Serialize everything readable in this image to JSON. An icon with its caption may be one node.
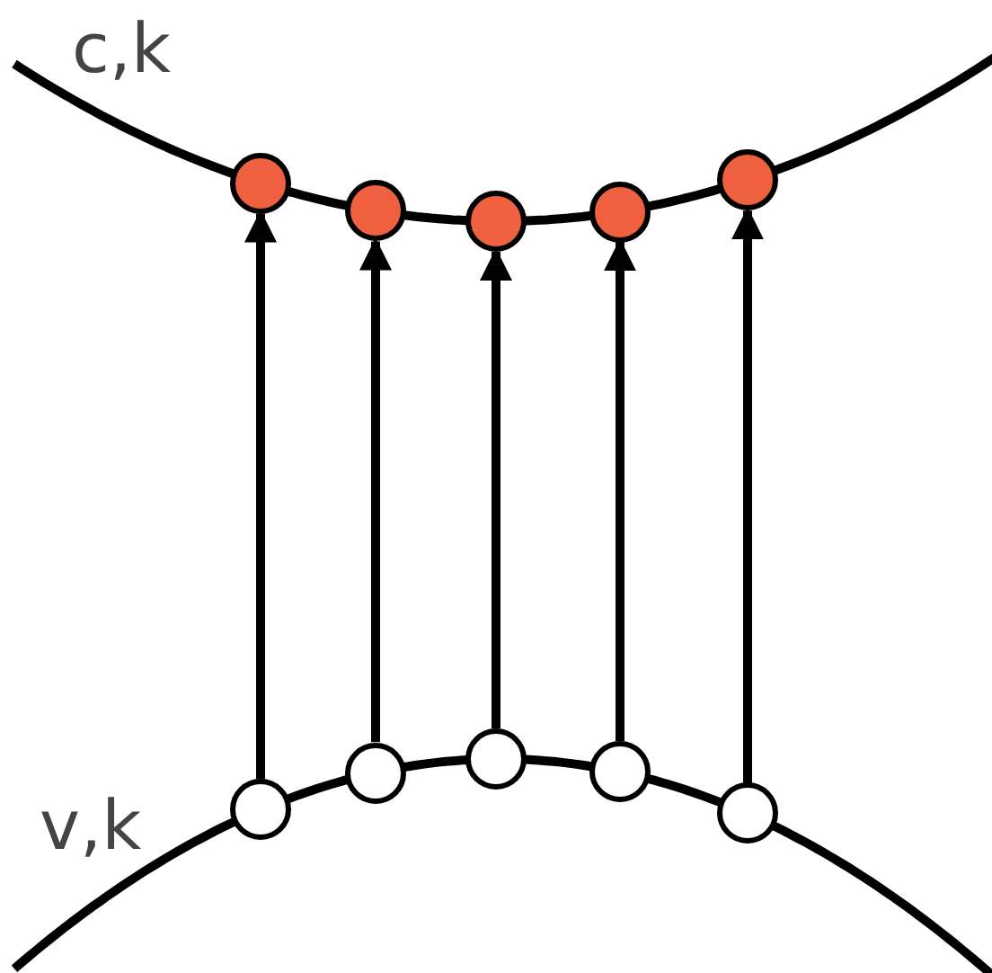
{
  "diagram": {
    "nodes": [
      {
        "text": [],
        "shape": "circle"
      },
      {
        "text": [],
        "shape": "circle"
      },
      {
        "text": [],
        "shape": "circle"
      },
      {
        "text": [],
        "shape": "circle"
      },
      {
        "text": [],
        "shape": "circle"
      },
      {
        "text": [],
        "shape": "circle"
      },
      {
        "text": [],
        "shape": "circle"
      },
      {
        "text": [],
        "shape": "circle"
      },
      {
        "text": [],
        "shape": "circle"
      },
      {
        "text": [],
        "shape": "circle"
      }
    ],
    "edges": [
      {
        "from": 5,
        "to": 0,
        "arrow": "to"
      },
      {
        "from": 6,
        "to": 1,
        "arrow": "to"
      },
      {
        "from": 7,
        "to": 2,
        "arrow": "to"
      },
      {
        "from": 8,
        "to": 3,
        "arrow": "to"
      },
      {
        "from": 9,
        "to": 4,
        "arrow": "to"
      }
    ],
    "labels": [
      "c,k",
      "v,k"
    ]
  }
}
